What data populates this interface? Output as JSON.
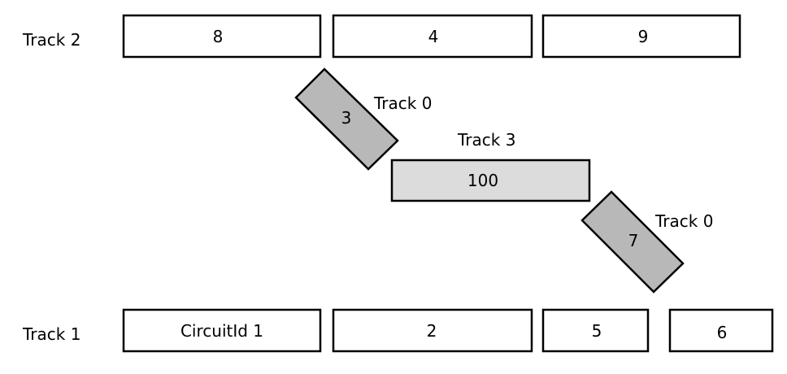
{
  "diagram": {
    "colors": {
      "stroke": "#000000",
      "white_box": "#ffffff",
      "dark_gray_box": "#b8b8b8",
      "light_gray_box": "#dcdcdc",
      "text": "#000000"
    },
    "track_labels": {
      "track2": "Track 2",
      "track1": "Track 1",
      "track0_upper": "Track 0",
      "track3": "Track 3",
      "track0_lower": "Track 0"
    },
    "track2_segments": [
      {
        "label": "8"
      },
      {
        "label": "4"
      },
      {
        "label": "9"
      }
    ],
    "track1_segments": [
      {
        "label": "CircuitId 1"
      },
      {
        "label": "2"
      },
      {
        "label": "5"
      },
      {
        "label": "6"
      }
    ],
    "diagonal_connectors": [
      {
        "label": "3"
      },
      {
        "label": "7"
      }
    ],
    "middle_segment": {
      "label": "100"
    }
  }
}
